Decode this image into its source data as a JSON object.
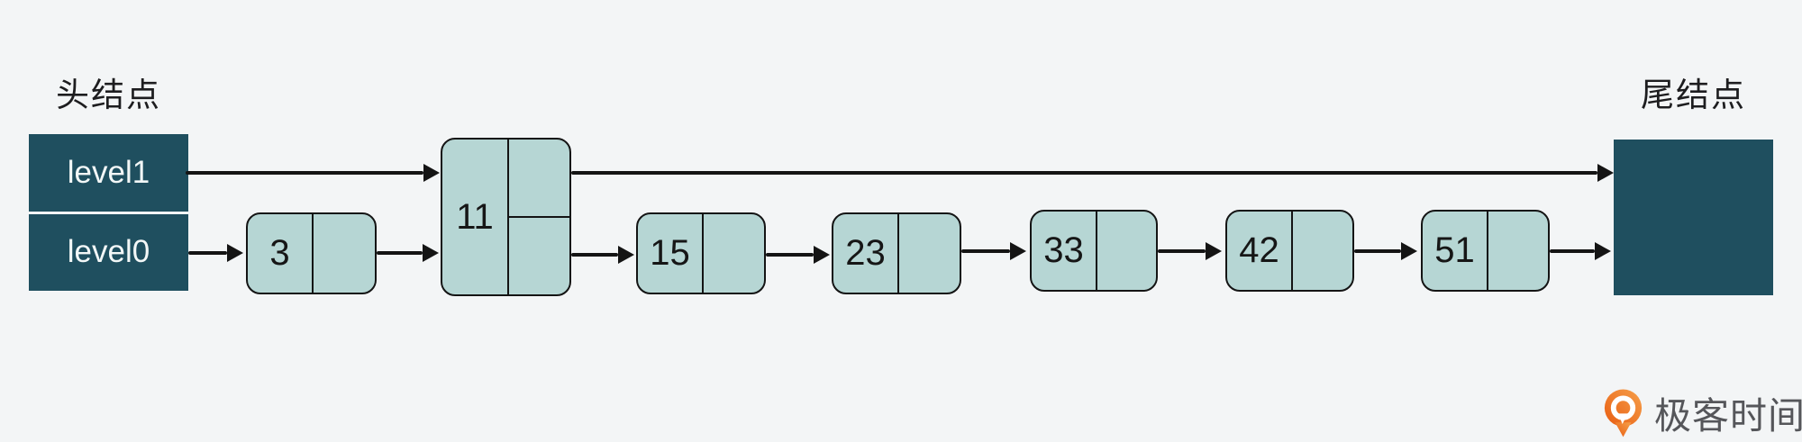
{
  "diagram": {
    "title": "skip-list",
    "head": {
      "label": "头结点",
      "rows": [
        "level1",
        "level0"
      ]
    },
    "tail": {
      "label": "尾结点"
    },
    "nodes": [
      {
        "value": "3",
        "levels": 1
      },
      {
        "value": "11",
        "levels": 2
      },
      {
        "value": "15",
        "levels": 1
      },
      {
        "value": "23",
        "levels": 1
      },
      {
        "value": "33",
        "levels": 1
      },
      {
        "value": "42",
        "levels": 1
      },
      {
        "value": "51",
        "levels": 1
      }
    ],
    "structure": {
      "level1_path": [
        "head",
        "11",
        "tail"
      ],
      "level0_path": [
        "head",
        "3",
        "11",
        "15",
        "23",
        "33",
        "42",
        "51",
        "tail"
      ]
    }
  },
  "colors": {
    "background": "#f3f5f6",
    "node_dark": "#1f4f5f",
    "node_light": "#b6d6d4",
    "outline": "#141414",
    "label_text": "#1d1d1f",
    "head_text": "#f2f7f7",
    "logo_orange_light": "#f6a04a",
    "logo_orange_dark": "#e85c11",
    "logo_text_gray": "#55565a"
  },
  "logo": {
    "text": "极客时间"
  }
}
